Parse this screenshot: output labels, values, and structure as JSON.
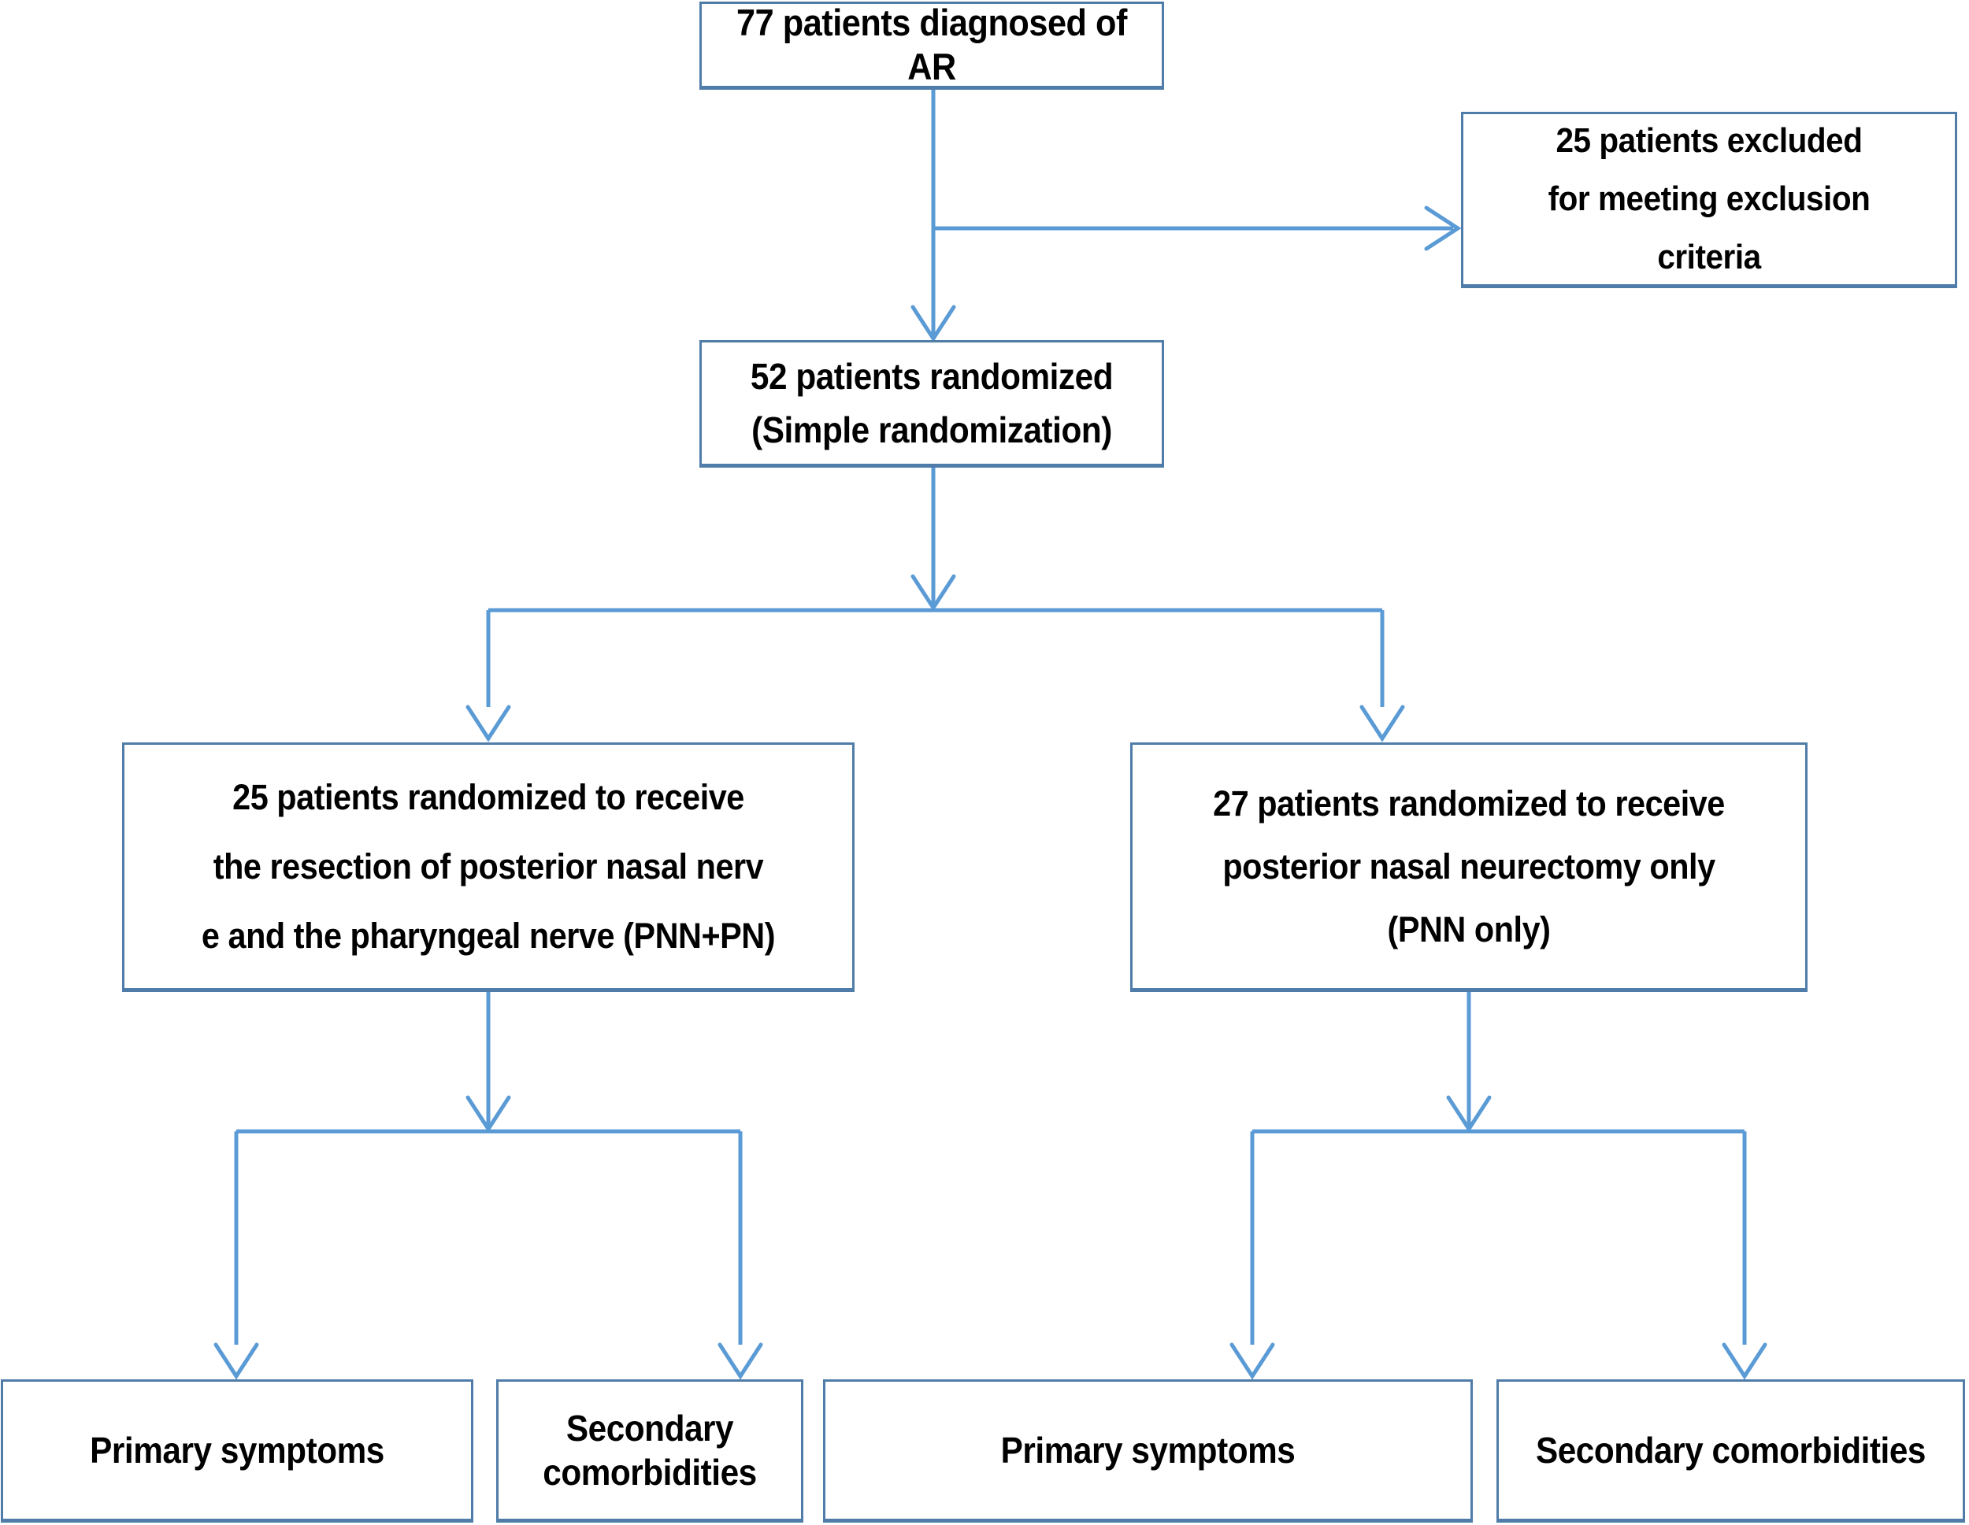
{
  "diagram": {
    "type": "consort-flow-diagram",
    "title": "Patient enrollment and randomization flow",
    "accent_color": "#4f7ca8",
    "background_color": "#ffffff",
    "text_color": "#000000"
  },
  "nodes": {
    "enrolled": {
      "label": "77 patients diagnosed of AR",
      "count": 77
    },
    "excluded": {
      "label": "25 patients excluded\nfor meeting exclusion\ncriteria",
      "count": 25
    },
    "randomized": {
      "label": "52 patients randomized\n(Simple randomization)",
      "count": 52,
      "method": "Simple randomization"
    },
    "arm_left": {
      "label": "25 patients randomized to receive\nthe resection of posterior nasal nerv\ne  and the pharyngeal nerve (PNN+PN)",
      "count": 25,
      "abbreviation": "PNN+PN"
    },
    "arm_right": {
      "label": "27 patients randomized to receive\nposterior nasal neurectomy only\n(PNN only)",
      "count": 27,
      "abbreviation": "PNN only"
    },
    "outcome_left_primary": {
      "label": "Primary symptoms"
    },
    "outcome_left_secondary": {
      "label": "Secondary comorbidities"
    },
    "outcome_right_primary": {
      "label": "Primary symptoms"
    },
    "outcome_right_secondary": {
      "label": "Secondary comorbidities"
    }
  },
  "edges": [
    {
      "name": "enrolled-to-excluded",
      "from": "enrolled",
      "to": "excluded",
      "style": "elbow-right-arrow"
    },
    {
      "name": "enrolled-to-randomized",
      "from": "enrolled",
      "to": "randomized",
      "style": "straight-down-arrow"
    },
    {
      "name": "randomized-to-arm-left",
      "from": "randomized",
      "to": "arm_left",
      "style": "fork-down-arrow"
    },
    {
      "name": "randomized-to-arm-right",
      "from": "randomized",
      "to": "arm_right",
      "style": "fork-down-arrow"
    },
    {
      "name": "arm-left-to-primary",
      "from": "arm_left",
      "to": "outcome_left_primary",
      "style": "fork-down-arrow"
    },
    {
      "name": "arm-left-to-secondary",
      "from": "arm_left",
      "to": "outcome_left_secondary",
      "style": "fork-down-arrow"
    },
    {
      "name": "arm-right-to-primary",
      "from": "arm_right",
      "to": "outcome_right_primary",
      "style": "fork-down-arrow"
    },
    {
      "name": "arm-right-to-secondary",
      "from": "arm_right",
      "to": "outcome_right_secondary",
      "style": "fork-down-arrow"
    }
  ]
}
